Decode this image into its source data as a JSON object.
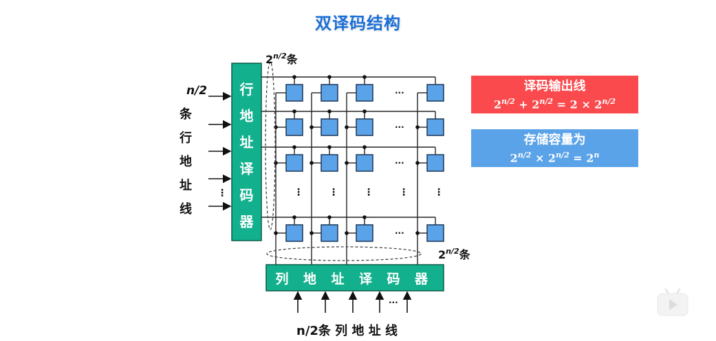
{
  "title": "双译码结构",
  "row_decoder": {
    "label_chars": [
      "行",
      "地",
      "址",
      "译",
      "码",
      "器"
    ],
    "input_label": {
      "top": "n/2",
      "chars": [
        "条",
        "行",
        "地",
        "址",
        "线"
      ]
    },
    "output_label_base": "2",
    "output_label_exp": "n/2",
    "output_label_suffix": "条"
  },
  "column_decoder": {
    "label_chars": [
      "列",
      "地",
      "址",
      "译",
      "码",
      "器"
    ],
    "input_label": "n/2条 列 地 址 线",
    "output_label_base": "2",
    "output_label_exp": "n/2",
    "output_label_suffix": "条"
  },
  "ellipsis_h": "···",
  "ellipsis_v": "⋮",
  "info_boxes": [
    {
      "heading": "译码输出线",
      "formula_html": "2<sup>n/2</sup> + 2<sup>n/2</sup> = 2 × 2<sup>n/2</sup>",
      "color": "#fa4a4d"
    },
    {
      "heading": "存储容量为",
      "formula_html": "2<sup>n/2</sup> × 2<sup>n/2</sup> = 2<sup>n</sup>",
      "color": "#5ba3e8"
    }
  ],
  "colors": {
    "decoder": "#12b08d",
    "cell": "#5ba3e8",
    "title": "#1a6fd8"
  },
  "watermark": "bilibili-tv-icon"
}
